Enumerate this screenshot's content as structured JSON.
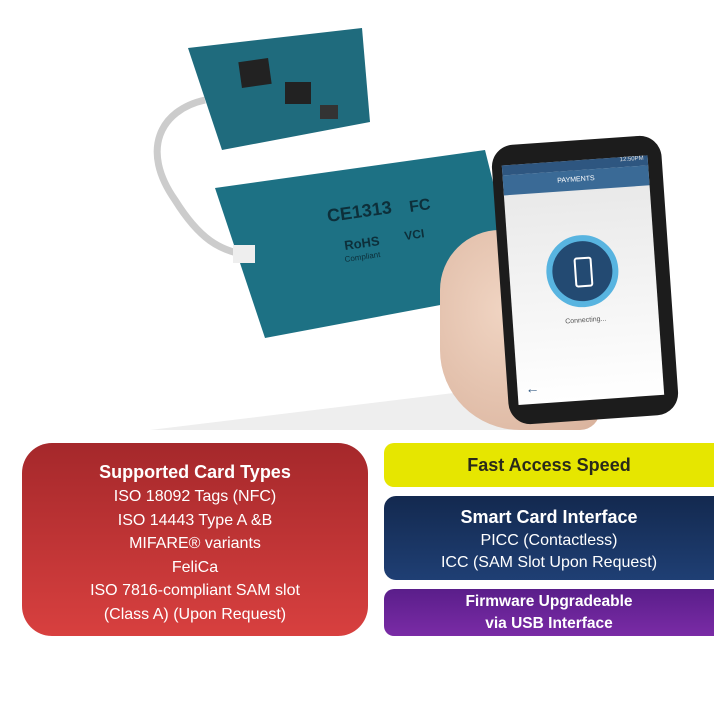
{
  "product_image": {
    "board_markings": [
      "CE1313",
      "FC",
      "RoHS",
      "Compliant",
      "VCI"
    ],
    "phone": {
      "status_time": "12:50PM",
      "app_title": "PAYMENTS",
      "status_text": "Connecting...",
      "icon": "nfc-phone-icon",
      "back_icon": "arrow-left-icon"
    }
  },
  "features": {
    "card_types": {
      "title": "Supported Card Types",
      "items": [
        "ISO 18092  Tags (NFC)",
        "ISO 14443 Type A &B",
        "MIFARE® variants",
        "FeliCa",
        "ISO 7816-compliant SAM slot",
        "(Class A) (Upon Request)"
      ]
    },
    "speed": {
      "title": "Fast Access Speed"
    },
    "interface": {
      "title": "Smart Card Interface",
      "items": [
        "PICC (Contactless)",
        "ICC (SAM Slot Upon Request)"
      ]
    },
    "firmware": {
      "lines": [
        "Firmware Upgradeable",
        "via USB Interface"
      ]
    }
  },
  "colors": {
    "red": "#c23535",
    "yellow": "#e6e600",
    "navy": "#1a3562",
    "purple": "#6a25999"
  }
}
